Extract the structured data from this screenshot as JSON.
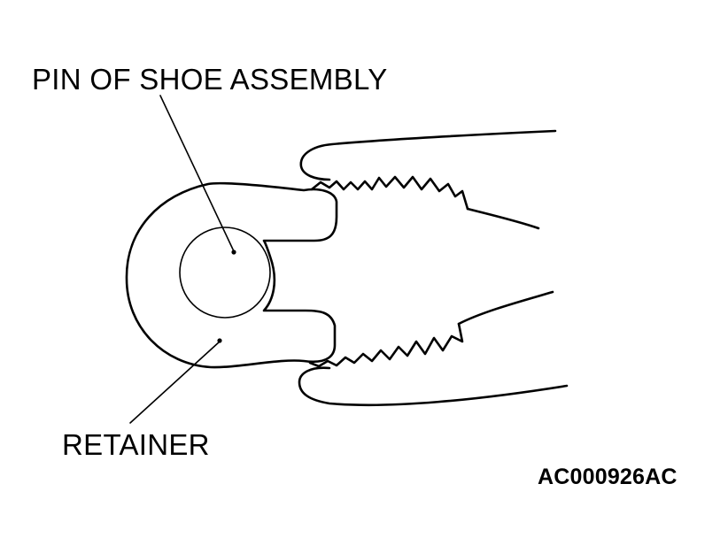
{
  "labels": {
    "pin": "PIN OF SHOE ASSEMBLY",
    "retainer": "RETAINER",
    "figure_code": "AC000926AC"
  },
  "colors": {
    "line": "#000000",
    "background": "#ffffff"
  }
}
